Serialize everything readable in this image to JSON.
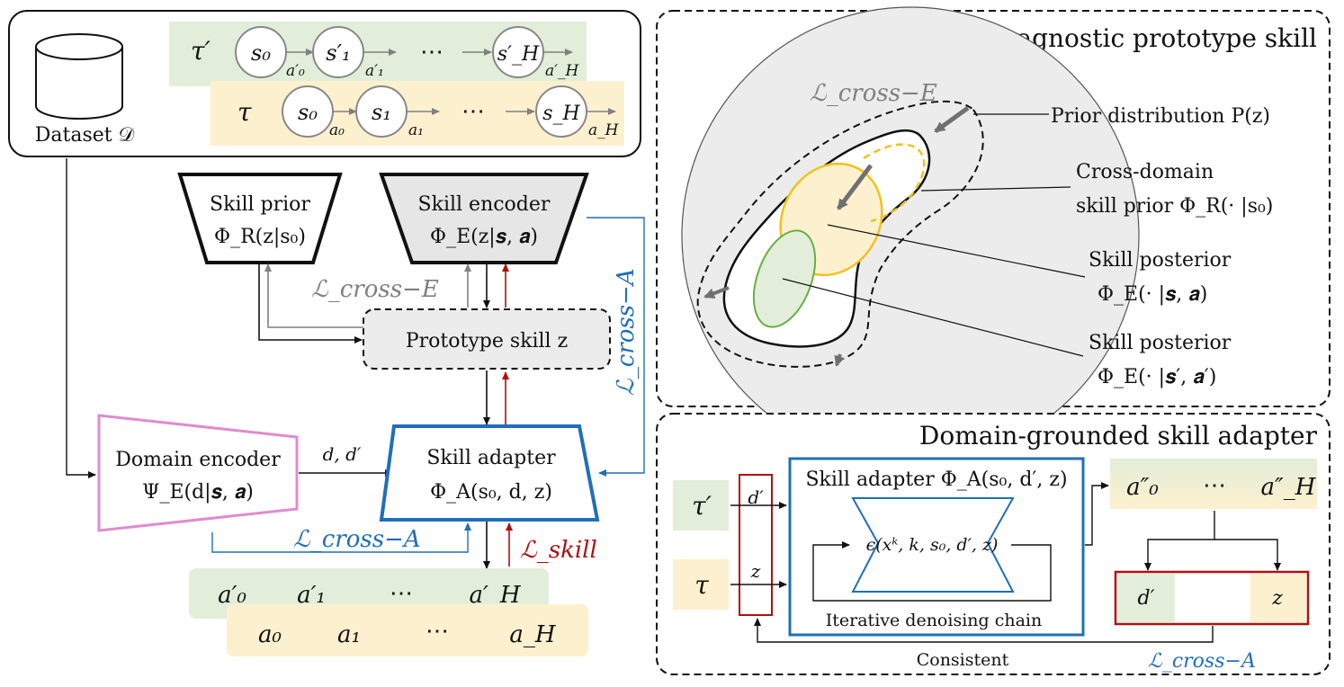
{
  "dataset": {
    "label": "Dataset 𝒟",
    "tau_prime": "τ′",
    "tau": "τ",
    "seq_prime": {
      "s0": "s₀",
      "s1": "s′₁",
      "sH": "s′_H",
      "a0": "a′₀",
      "a1": "a′₁",
      "aH": "a′_H",
      "dots": "⋯"
    },
    "seq": {
      "s0": "s₀",
      "s1": "s₁",
      "sH": "s_H",
      "a0": "a₀",
      "a1": "a₁",
      "aH": "a_H",
      "dots": "⋯"
    }
  },
  "skill_prior": {
    "title": "Skill prior",
    "formula": "Φ_R(z|s₀)"
  },
  "skill_encoder": {
    "title": "Skill encoder",
    "formula": "Φ_E(z|𝒔, 𝒂)"
  },
  "prototype": {
    "label": "Prototype skill z"
  },
  "domain_encoder": {
    "title": "Domain encoder",
    "formula": "Ψ_E(d|𝒔, 𝒂)"
  },
  "skill_adapter": {
    "title": "Skill adapter",
    "formula": "Φ_A(s₀, d, z)"
  },
  "edge_dd": "d, d′",
  "losses": {
    "cross_E": "ℒ_cross−E",
    "cross_A": "ℒ_cross−A",
    "skill": "ℒ_skill"
  },
  "actions": {
    "prime": [
      "a′₀",
      "a′₁",
      "⋯",
      "a′_H"
    ],
    "plain": [
      "a₀",
      "a₁",
      "⋯",
      "a_H"
    ]
  },
  "top_right": {
    "title": "Domain-agnostic prototype skill",
    "loss": "ℒ_cross−E",
    "prior": "Prior distribution P(z)",
    "cross_domain_1": "Cross-domain",
    "cross_domain_2": "skill prior Φ_R(· |s₀)",
    "post1_1": "Skill posterior",
    "post1_2": "Φ_E(· |𝒔, 𝒂)",
    "post2_1": "Skill posterior",
    "post2_2": "Φ_E(· |𝒔′, 𝒂′)"
  },
  "bottom_right": {
    "title": "Domain-grounded skill adapter",
    "tau_prime": "τ′",
    "tau": "τ",
    "d_prime": "d′",
    "z": "z",
    "adapter": "Skill adapter Φ_A(s₀, d′, z)",
    "eps": "ϵ(xᵏ, k, s₀, d′, z)",
    "chain": "Iterative denoising chain",
    "out_a0": "a″₀",
    "out_dots": "⋯",
    "out_aH": "a″_H",
    "box_d": "d′",
    "box_z": "z",
    "consistent": "Consistent",
    "loss": "ℒ_cross−A"
  },
  "colors": {
    "green_bg": "#e2eed9",
    "yellow_bg": "#fdf0cf",
    "blue": "#1f6fb8",
    "red": "#b01010",
    "pink": "#e08bd0",
    "gray": "#808080",
    "yellow_line": "#f2c21b",
    "green_line": "#6aae45"
  }
}
